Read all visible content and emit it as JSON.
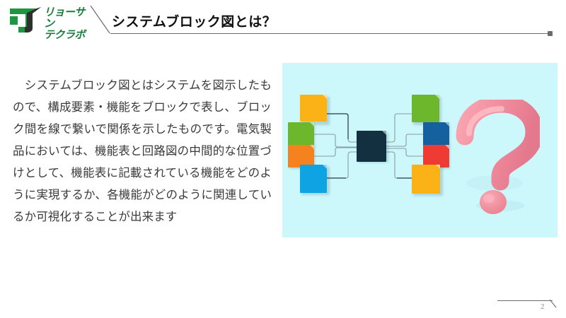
{
  "slide": {
    "background_color": "#ffffff",
    "page_number": "2"
  },
  "header": {
    "logo": {
      "mark_name": "ryosan-d-arrow-logo",
      "mark_colors": [
        "#1f9641",
        "#2b2b2b"
      ],
      "text_line_1": "リョーサン",
      "text_line_2": "テクラボ",
      "text_color": "#1a7d3c"
    },
    "title": "システムブロック図とは？",
    "title_color": "#111111",
    "rule_color": "#6b6b6b",
    "dot_name": "header-end-dot"
  },
  "main": {
    "body_text": "　システムブロック図とはシステムを図示したもので、構成要素・機能をブロックで表し、ブロック間を線で繋いで関係を示したものです。電気製品においては、機能表と回路図の中間的な位置づけとして、機能表に記載されている機能をどのように実現するか、各機能がどのように関連しているか可視化することが出来ます",
    "body_text_color": "#3b3b3b"
  },
  "illustration": {
    "name": "system-block-diagram-with-question-mark",
    "background_color": "#ccf8fc",
    "hub_block": {
      "label": "",
      "color": "#12303f"
    },
    "question_mark": {
      "color": "#f1909f",
      "shade": "#e07a8c"
    },
    "left_blocks": [
      {
        "name": "block-left-yellow",
        "color": "#fbb216"
      },
      {
        "name": "block-left-green",
        "color": "#6cb72c"
      },
      {
        "name": "block-left-orange",
        "color": "#f5811f"
      },
      {
        "name": "block-left-blue",
        "color": "#0ea3e2"
      }
    ],
    "right_blocks": [
      {
        "name": "block-right-green",
        "color": "#6cb72c"
      },
      {
        "name": "block-right-darkblue",
        "color": "#15609f"
      },
      {
        "name": "block-right-red",
        "color": "#ee3b33"
      },
      {
        "name": "block-right-yellow",
        "color": "#fbb216"
      }
    ],
    "connector_color": "#6f7d82"
  },
  "footer": {
    "rule_color": "#6b6b6b",
    "page_number": "2"
  }
}
